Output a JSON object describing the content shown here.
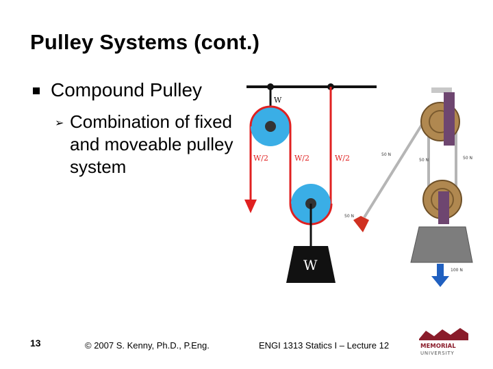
{
  "slide": {
    "title": "Pulley Systems (cont.)",
    "bullet": "Compound Pulley",
    "sub_bullet": "Combination of fixed and moveable pulley system",
    "number": "13",
    "footer_left": "© 2007 S. Kenny, Ph.D., P.Eng.",
    "footer_right": "ENGI 1313 Statics I – Lecture 12"
  },
  "diagram": {
    "label_w_top": "W",
    "label_w_half_left": "W/2",
    "label_w_half_mid": "W/2",
    "label_w_half_right": "W/2",
    "label_w_weight": "W"
  },
  "photo": {
    "force_top_left": "50 N",
    "force_top_mid": "50 N",
    "force_top_right": "50 N",
    "force_pull": "50 N",
    "force_load": "100 N"
  },
  "logo": {
    "line1": "MEMORIAL",
    "line2": "UNIVERSITY"
  },
  "colors": {
    "rope": "#e02020",
    "pulley": "#3aaee6",
    "weight": "#111111"
  }
}
